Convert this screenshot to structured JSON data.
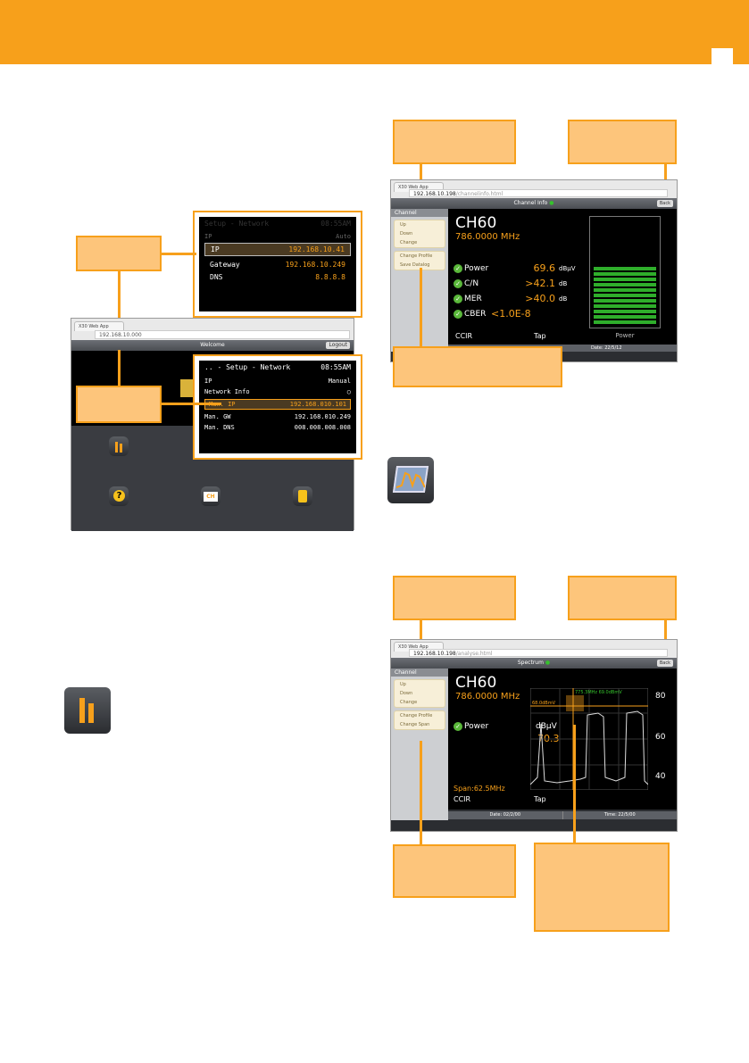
{
  "network_small": {
    "title": "Setup - Network",
    "time": "08:55AM",
    "rows": [
      [
        "IP",
        "Auto"
      ],
      [
        "IP",
        "192.168.10.41"
      ],
      [
        "Gateway",
        "192.168.10.249"
      ],
      [
        "DNS",
        "8.8.8.8"
      ]
    ]
  },
  "welcome_shot": {
    "tab": "X30 Web App",
    "url": "192.168.10.000",
    "header": "Welcome",
    "logout": "Logout"
  },
  "network_large": {
    "title": ".. - Setup - Network",
    "time": "08:55AM",
    "rows": [
      [
        "IP",
        "Manual"
      ],
      [
        "Network Info",
        ""
      ],
      [
        "Man. IP",
        "192.168.010.101"
      ],
      [
        "Man. GW",
        "192.168.010.249"
      ],
      [
        "Man. DNS",
        "008.008.008.008"
      ]
    ]
  },
  "icons": {
    "ch_label": "CH"
  },
  "channel_shot": {
    "tab": "X30 Web App",
    "url_base": "192.168.10.198",
    "url_path": "/channelinfo.html",
    "header": "Channel Info",
    "back": "Back",
    "sidebar_title": "Channel",
    "group1": [
      "Up",
      "Down",
      "Change"
    ],
    "group2": [
      "Change Profile",
      "Save Datalog"
    ],
    "channel": "CH60",
    "freq": "786.0000 MHz",
    "measures": [
      {
        "label": "Power",
        "value": "69.6",
        "unit": "dBµV"
      },
      {
        "label": "C/N",
        "value": ">42.1",
        "unit": "dB"
      },
      {
        "label": "MER",
        "value": ">40.0",
        "unit": "dB"
      },
      {
        "label": "CBER",
        "value": "<1.0E-8",
        "unit": ""
      }
    ],
    "footer_left": "CCIR",
    "footer_mid": "Tap",
    "power_label": "Power",
    "bar_date": "Date: 22/5/12",
    "level_fraction": 0.55
  },
  "spectrum_shot": {
    "tab": "X30 Web App",
    "url_base": "192.168.10.198",
    "url_path": "/analyse.html",
    "header": "Spectrum",
    "back": "Back",
    "sidebar_title": "Channel",
    "group1": [
      "Up",
      "Down",
      "Change"
    ],
    "group2": [
      "Change Profile",
      "Change Span"
    ],
    "channel": "CH60",
    "freq": "786.0000 MHz",
    "power_label": "Power",
    "power_unit": "dBµV",
    "power_value": "70.3",
    "span": "Span:62.5MHz",
    "footer_left": "CCIR",
    "footer_mid": "Tap",
    "marker": "775.3MHz 69.0dBmV",
    "ref": "68.0dBmV",
    "scale": [
      "80",
      "60",
      "40"
    ],
    "bar_left": "Date: 02/2/00",
    "bar_right": "Time: 22/5/00"
  }
}
